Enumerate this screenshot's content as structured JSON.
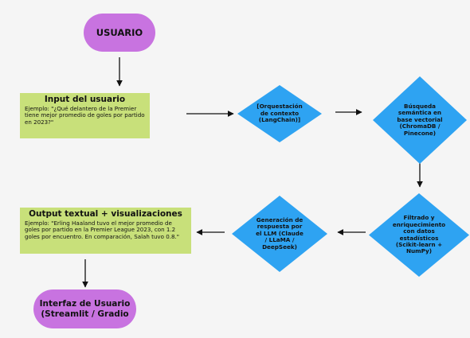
{
  "nodes": {
    "usuario": "USUARIO",
    "input": {
      "title": "Input del usuario",
      "body": "Ejemplo: \"¿Qué delantero de la Premier tiene mejor promedio de goles por partido en 2023?\""
    },
    "orquestacion": "[Orquestación\nde contexto\n(LangChain)]",
    "busqueda": "Búsqueda\nsemántica en\nbase vectorial\n(ChromaDB /\nPinecone)",
    "filtrado": "Filtrado y\nenriquecimiento\ncon datos\nestadísticos\n(Scikit-learn +\nNumPy)",
    "generacion": "Generación de\nrespuesta por\nel LLM (Claude\n/ LLaMA /\nDeepSeek)",
    "output": {
      "title": "Output textual + visualizaciones",
      "body": "Ejemplo: \"Erling Haaland tuvo el mejor promedio de goles por partido en la Premier League 2023, con 1.2 goles por encuentro. En comparación, Salah tuvo 0.8.\""
    },
    "interfaz": "Interfaz de Usuario\n(Streamlit / Gradio"
  },
  "colors": {
    "terminal": "#c873e0",
    "process": "#c8e07a",
    "decision": "#2ea3f2",
    "background": "#f5f5f5"
  }
}
